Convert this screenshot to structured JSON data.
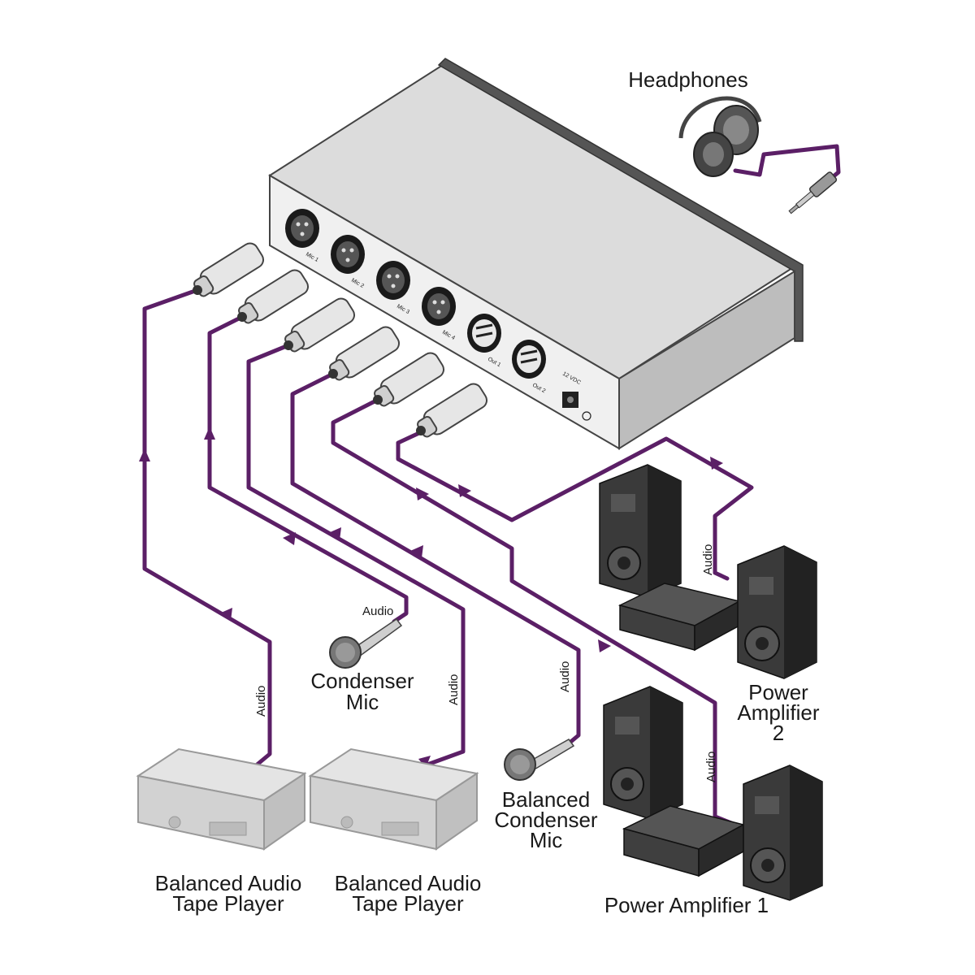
{
  "colors": {
    "cable": "#5b1f66",
    "device_body": "#d8d8d8",
    "device_panel": "#ececec",
    "device_edge": "#444444",
    "speaker": "#333333",
    "tape_player": "#d0d0d0"
  },
  "device": {
    "port_labels": [
      "Mic 1",
      "Mic 2",
      "Mic 3",
      "Mic 4",
      "Out 1",
      "Out 2"
    ],
    "power_label": "12 VDC"
  },
  "labels": {
    "headphones": "Headphones",
    "condenser_mic_line1": "Condenser",
    "condenser_mic_line2": "Mic",
    "balanced_condenser_line1": "Balanced",
    "balanced_condenser_line2": "Condenser",
    "balanced_condenser_line3": "Mic",
    "tape_player_1_line1": "Balanced Audio",
    "tape_player_1_line2": "Tape Player",
    "tape_player_2_line1": "Balanced Audio",
    "tape_player_2_line2": "Tape Player",
    "power_amp_2_line1": "Power",
    "power_amp_2_line2": "Amplifier",
    "power_amp_2_line3": "2",
    "power_amp_1": "Power Amplifier 1"
  },
  "cable_labels": {
    "tape1": "Audio",
    "condenser": "Audio",
    "tape2": "Audio",
    "balanced": "Audio",
    "amp2": "Audio",
    "amp1": "Audio"
  },
  "icons": [
    "headphones-icon",
    "microphone-icon",
    "tape-player-icon",
    "speaker-icon",
    "amplifier-icon",
    "xlr-connector-icon"
  ]
}
